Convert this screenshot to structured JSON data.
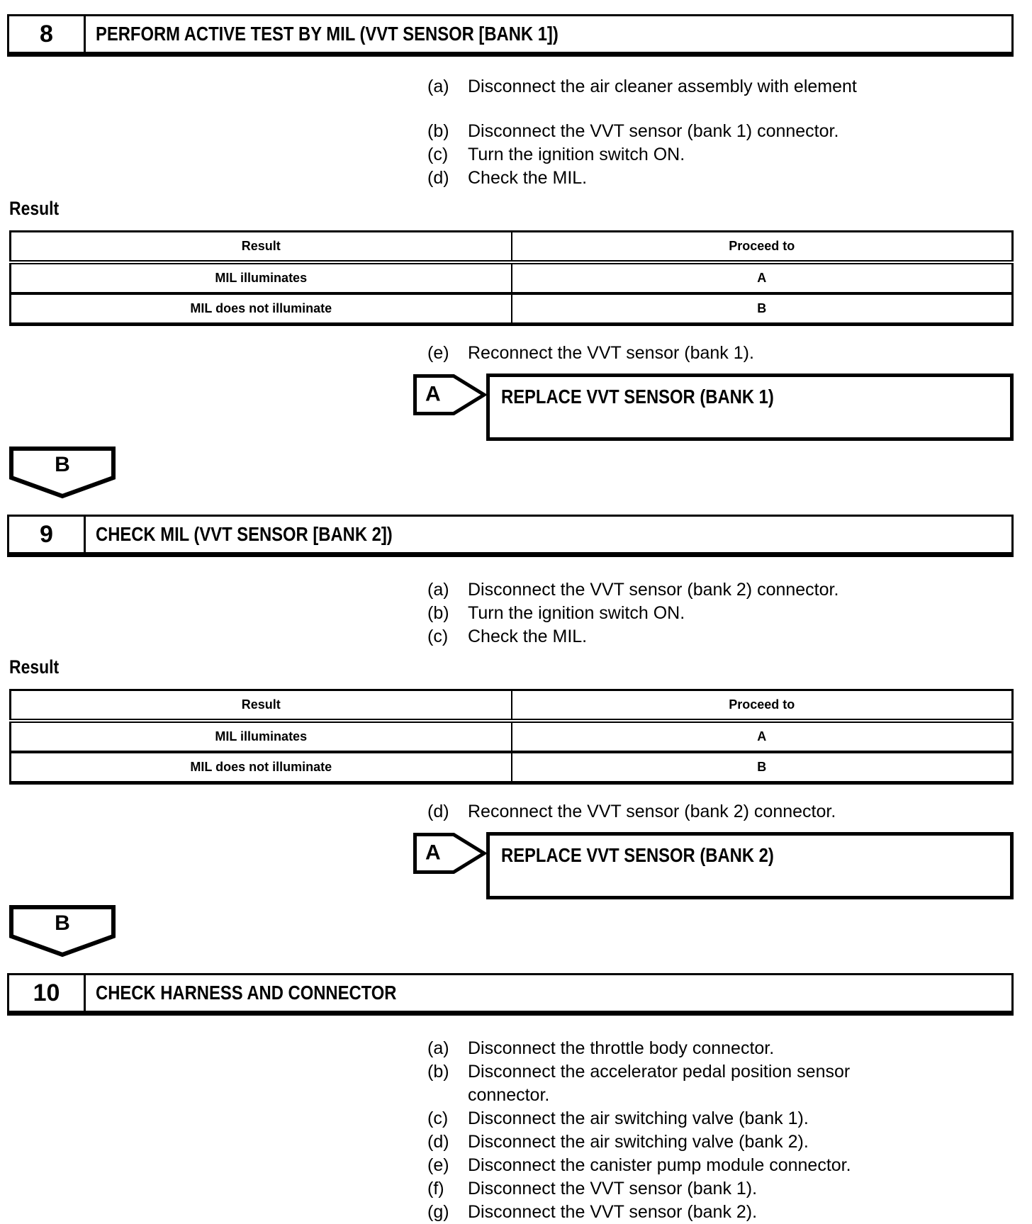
{
  "page": {
    "colors": {
      "ink": "#000000",
      "paper": "#ffffff"
    },
    "sections": [
      {
        "number": "8",
        "title": "PERFORM ACTIVE TEST BY MIL (VVT SENSOR [BANK 1])",
        "steps": [
          {
            "label": "(a)",
            "text": "Disconnect the air cleaner assembly with element"
          },
          {
            "label": "(b)",
            "text": "Disconnect the VVT sensor (bank 1) connector."
          },
          {
            "label": "(c)",
            "text": "Turn the ignition switch ON."
          },
          {
            "label": "(d)",
            "text": "Check the MIL."
          }
        ],
        "result_heading": "Result",
        "result_table": {
          "headers": [
            "Result",
            "Proceed to"
          ],
          "rows": [
            {
              "result": "MIL illuminates",
              "proceed": "A"
            },
            {
              "result": "MIL does not illuminate",
              "proceed": "B"
            }
          ]
        },
        "post_steps": [
          {
            "label": "(e)",
            "text": "Reconnect the VVT sensor (bank 1)."
          }
        ],
        "decision": {
          "label": "A",
          "action": "REPLACE VVT SENSOR (BANK 1)"
        },
        "connector_label": "B"
      },
      {
        "number": "9",
        "title": "CHECK MIL (VVT SENSOR [BANK 2])",
        "steps": [
          {
            "label": "(a)",
            "text": "Disconnect the VVT sensor (bank 2) connector."
          },
          {
            "label": "(b)",
            "text": "Turn the ignition switch ON."
          },
          {
            "label": "(c)",
            "text": "Check the MIL."
          }
        ],
        "result_heading": "Result",
        "result_table": {
          "headers": [
            "Result",
            "Proceed to"
          ],
          "rows": [
            {
              "result": "MIL illuminates",
              "proceed": "A"
            },
            {
              "result": "MIL does not illuminate",
              "proceed": "B"
            }
          ]
        },
        "post_steps": [
          {
            "label": "(d)",
            "text": "Reconnect the VVT sensor (bank 2) connector."
          }
        ],
        "decision": {
          "label": "A",
          "action": "REPLACE VVT SENSOR (BANK 2)"
        },
        "connector_label": "B"
      },
      {
        "number": "10",
        "title": "CHECK HARNESS AND CONNECTOR",
        "steps": [
          {
            "label": "(a)",
            "text": "Disconnect the throttle body connector."
          },
          {
            "label": "(b)",
            "text": "Disconnect the accelerator pedal position sensor connector."
          },
          {
            "label": "(c)",
            "text": "Disconnect the air switching valve (bank 1)."
          },
          {
            "label": "(d)",
            "text": "Disconnect the air switching valve (bank 2)."
          },
          {
            "label": "(e)",
            "text": "Disconnect the canister pump module connector."
          },
          {
            "label": "(f)",
            "text": "Disconnect the VVT sensor (bank 1)."
          },
          {
            "label": "(g)",
            "text": "Disconnect the VVT sensor (bank 2)."
          }
        ]
      }
    ]
  }
}
